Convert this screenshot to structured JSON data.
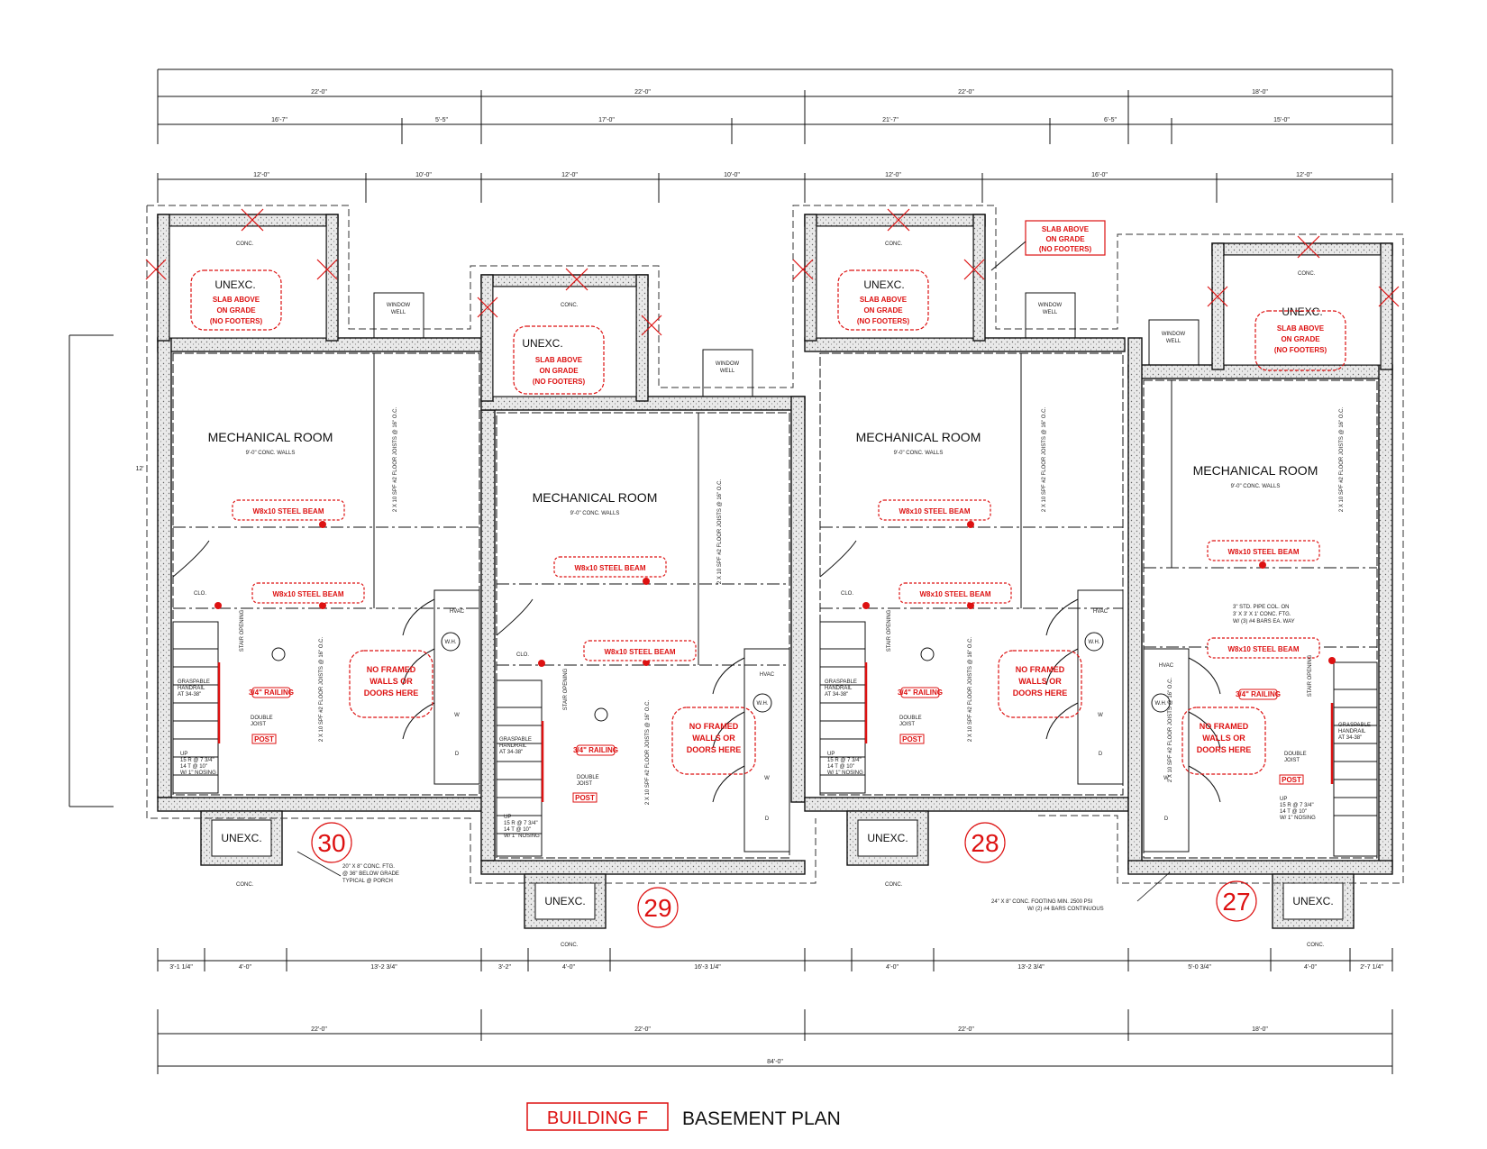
{
  "top_dims_row1": [
    "22'-0\"",
    "22'-0\"",
    "22'-0\"",
    "18'-0\""
  ],
  "top_dims_row2": [
    "16'-7\"",
    "5'-5\"",
    "17'-0\"",
    "21'-7\"",
    "6'-5\"",
    "15'-0\""
  ],
  "top_dims_row3": [
    "12'-0\"",
    "10'-0\"",
    "12'-0\"",
    "10'-0\"",
    "12'-0\"",
    "16'-0\"",
    "12'-0\""
  ],
  "bottom_dims_row1": [
    "3'-1 1/4\"",
    "4'-0\"",
    "13'-2 3/4\"",
    "3'-2\"",
    "4'-0\"",
    "16'-3 1/4\"",
    "4'-0\"",
    "13'-2 3/4\"",
    "5'-0 3/4\"",
    "4'-0\"",
    "2'-7 1/4\""
  ],
  "bottom_dims_row2": [
    "22'-0\"",
    "22'-0\"",
    "22'-0\"",
    "18'-0\""
  ],
  "bottom_dims_total": "84'-0\"",
  "left_dim": "12'",
  "units": [
    {
      "number": "30",
      "room": "MECHANICAL ROOM",
      "walls": "9'-0\" CONC. WALLS",
      "unexc": "UNEXC.",
      "porch_unexc": "UNEXC."
    },
    {
      "number": "29",
      "room": "MECHANICAL ROOM",
      "walls": "9'-0\" CONC. WALLS",
      "unexc": "UNEXC.",
      "porch_unexc": "UNEXC."
    },
    {
      "number": "28",
      "room": "MECHANICAL ROOM",
      "walls": "9'-0\" CONC. WALLS",
      "unexc": "UNEXC.",
      "porch_unexc": "UNEXC."
    },
    {
      "number": "27",
      "room": "MECHANICAL ROOM",
      "walls": "9'-0\" CONC. WALLS",
      "unexc": "UNEXC.",
      "porch_unexc": "UNEXC."
    }
  ],
  "slab_note": [
    "SLAB ABOVE",
    "ON GRADE",
    "(NO FOOTERS)"
  ],
  "no_framed_note": [
    "NO FRAMED",
    "WALLS OR",
    "DOORS HERE"
  ],
  "beam_label": "W8x10 STEEL BEAM",
  "joist_label": "2 X 10 SPF #2 FLOOR JOISTS @ 16\" O.C.",
  "window_well": [
    "WINDOW",
    "WELL"
  ],
  "conc_label": "CONC.",
  "hvac_label": "HVAC",
  "wh_label": "W.H.",
  "washer_label": "W",
  "dryer_label": "D",
  "closet_label": "CLO.",
  "stair_opening": "STAIR OPENING",
  "graspable_handrail": [
    "GRASPABLE",
    "HANDRAIL",
    "AT 34-38\""
  ],
  "up_note": [
    "UP",
    "15 R @ 7 3/4\"",
    "14 T @ 10\"",
    "W/ 1\" NOSING"
  ],
  "double_joist": [
    "DOUBLE",
    "JOIST"
  ],
  "post_label": "POST",
  "rail_label": "3/4\" RAILING",
  "pipe_col_note": [
    "3\" STD. PIPE COL. ON",
    "3' X 3' X 1' CONC. FTG.",
    "W/ (3) #4 BARS EA. WAY"
  ],
  "porch_footing_note": [
    "20\" X 8\" CONC. FTG.",
    "@ 36\" BELOW GRADE",
    "TYPICAL @ PORCH"
  ],
  "cont_footing_note": [
    "24\" X 8\" CONC. FOOTING MIN. 2500 PSI",
    "W/ (2) #4 BARS CONTINUOUS"
  ],
  "title": {
    "building": "BUILDING F",
    "plan": "BASEMENT PLAN"
  },
  "colors": {
    "markup": "#dd1111",
    "line": "#111111",
    "hatch": "#999999"
  }
}
